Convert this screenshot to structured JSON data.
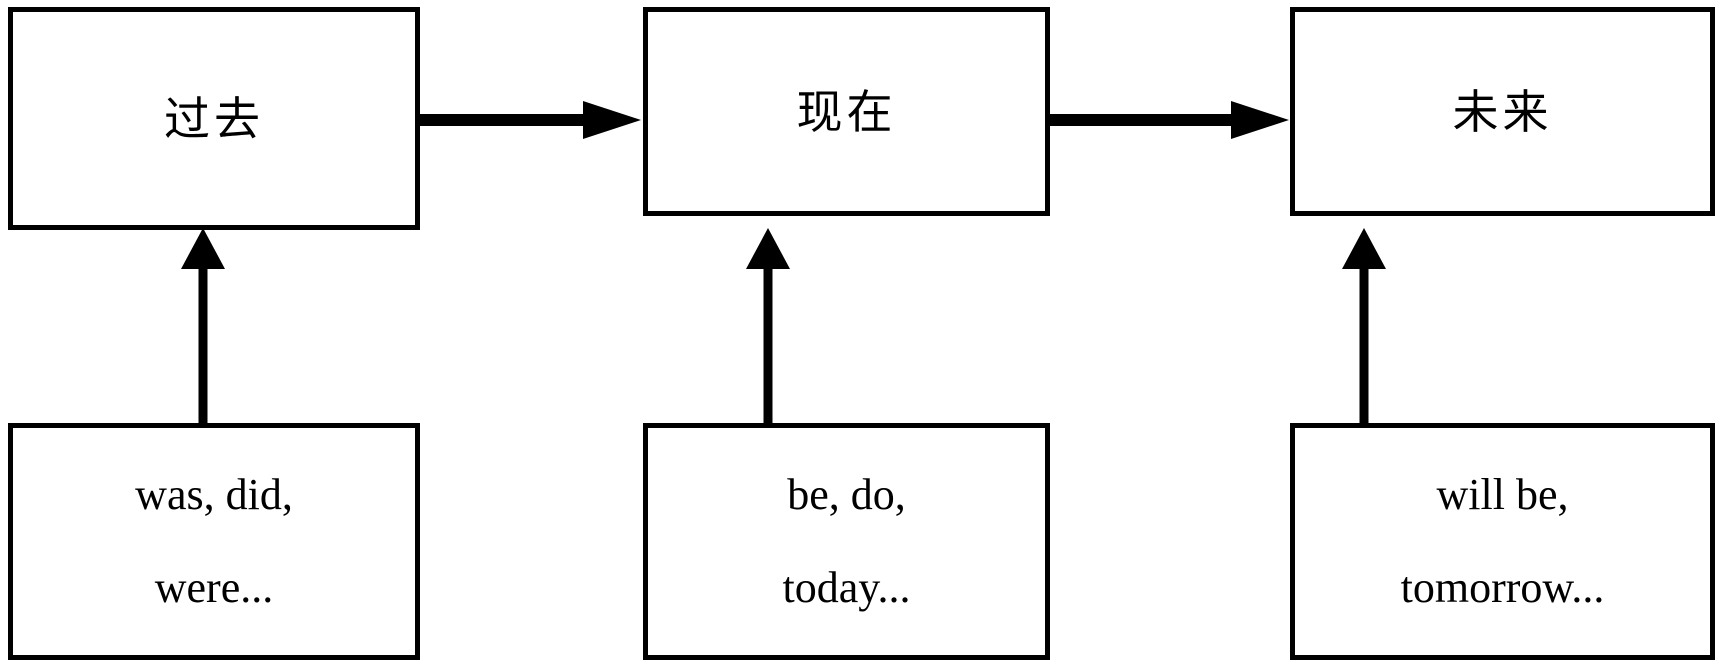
{
  "diagram": {
    "title_text": "",
    "colors": {
      "stroke": "#000000",
      "fill": "#ffffff",
      "text": "#000000"
    },
    "tense_nodes": [
      {
        "id": "past",
        "label": "过去"
      },
      {
        "id": "present",
        "label": "现在"
      },
      {
        "id": "future",
        "label": "未来"
      }
    ],
    "example_nodes": [
      {
        "id": "past-examples",
        "line1": "was, did,",
        "line2": "were..."
      },
      {
        "id": "present-examples",
        "line1": "be, do,",
        "line2": "today..."
      },
      {
        "id": "future-examples",
        "line1": "will be,",
        "line2": "tomorrow..."
      }
    ],
    "connectors": [
      {
        "id": "past-to-present",
        "kind": "arrow-right",
        "from": "past",
        "to": "present"
      },
      {
        "id": "present-to-future",
        "kind": "arrow-right",
        "from": "present",
        "to": "future"
      },
      {
        "id": "past-examples-to-past",
        "kind": "arrow-up",
        "from": "past-examples",
        "to": "past"
      },
      {
        "id": "present-examples-to-present",
        "kind": "arrow-up",
        "from": "present-examples",
        "to": "present"
      },
      {
        "id": "future-examples-to-future",
        "kind": "arrow-up",
        "from": "future-examples",
        "to": "future"
      }
    ]
  }
}
